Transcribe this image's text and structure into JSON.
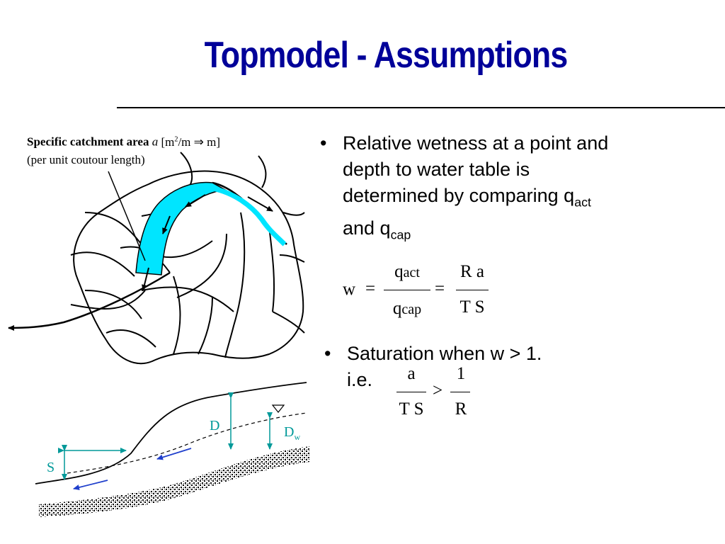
{
  "slide": {
    "title": "Topmodel - Assumptions"
  },
  "figure": {
    "caption_bold": "Specific catchment area",
    "caption_var": "a",
    "caption_units": "[m2/m ⇒ m]",
    "caption_line2": "(per unit coutour length)",
    "label_D": "D",
    "label_Dw": "D",
    "label_Dw_sub": "w",
    "label_S": "S"
  },
  "bullets": [
    {
      "line1": "Relative wetness at a point and",
      "line2": "depth to water table is",
      "line3": "determined by comparing q",
      "line3_sub": "act",
      "line4": "and q",
      "line4_sub": "cap"
    },
    {
      "line1": "Saturation when w > 1.",
      "line2": "i.e."
    }
  ],
  "equation1": {
    "lhs": "w",
    "eq": "=",
    "num1": "q",
    "num1_sub": "act",
    "den1": "q",
    "den1_sub": "cap",
    "eq2": "=",
    "num2": "R a",
    "den2": "T S"
  },
  "equation2": {
    "num1": "a",
    "den1": "T S",
    "gt": ">",
    "num2": "1",
    "den2": "R"
  },
  "colors": {
    "title": "#000099",
    "channel": "#00E5FF",
    "annotation": "#009999",
    "flow_arrow": "#1F3FCC"
  }
}
